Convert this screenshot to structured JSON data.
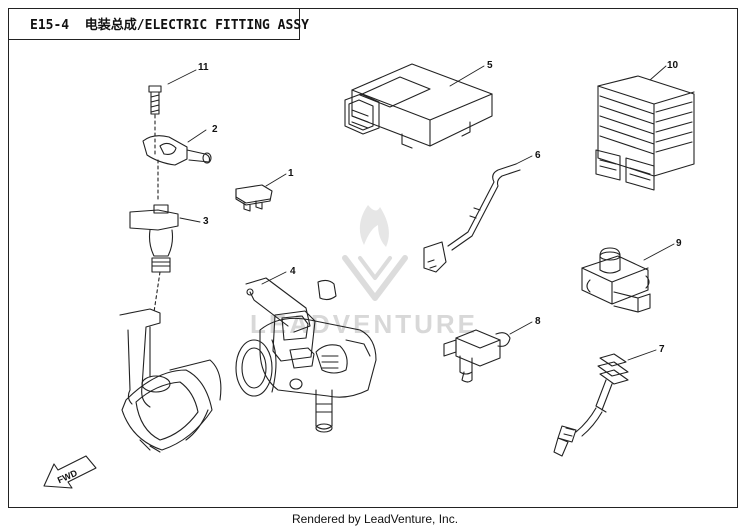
{
  "header": {
    "code": "E15-4",
    "title": "电装总成/ELECTRIC FITTING ASSY"
  },
  "watermark": "LEADVENTURE",
  "fwd_label": "FWD",
  "footer": "Rendered by LeadVenture, Inc.",
  "callouts": [
    "1",
    "2",
    "3",
    "4",
    "5",
    "6",
    "7",
    "8",
    "9",
    "10",
    "11"
  ],
  "colors": {
    "line": "#222222",
    "watermark": "#d8d8d8"
  }
}
